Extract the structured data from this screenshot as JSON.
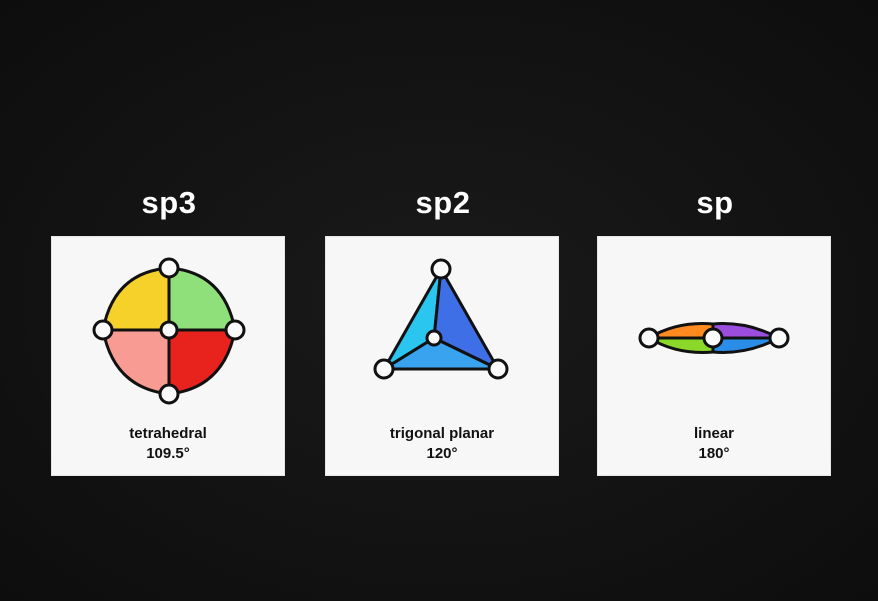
{
  "panels": [
    {
      "heading": "sp3",
      "geometry": "tetrahedral",
      "angle": "109.5°"
    },
    {
      "heading": "sp2",
      "geometry": "trigonal planar",
      "angle": "120°"
    },
    {
      "heading": "sp",
      "geometry": "linear",
      "angle": "180°"
    }
  ],
  "colors": {
    "background": "#121212",
    "card": "#f7f7f7",
    "sp3_lobes": [
      "#f6d12a",
      "#8fe07a",
      "#f89b93",
      "#e8231e"
    ],
    "sp2_lobes": [
      "#2bc6f0",
      "#3f6fe6",
      "#3aa3f0"
    ],
    "sp_lobes": [
      "#ff8a1f",
      "#9b4dde",
      "#8bd82a",
      "#2a8ee8"
    ],
    "node": "#ffffff",
    "outline": "#111111"
  }
}
